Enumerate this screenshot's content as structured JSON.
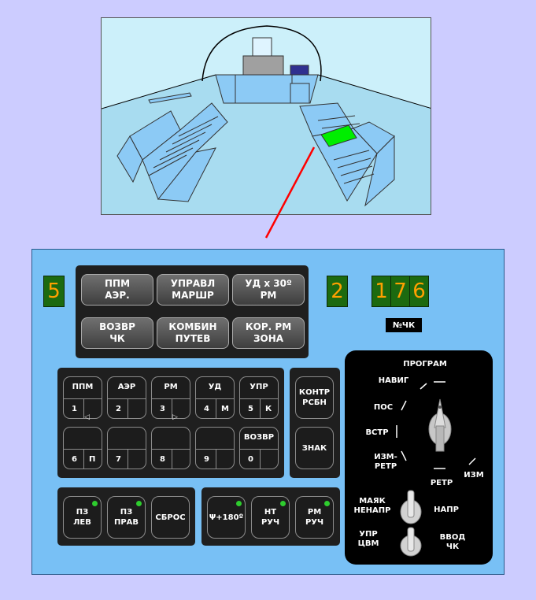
{
  "colors": {
    "background": "#ccccff",
    "panel": "#78c0f5",
    "digit_bg": "#1c6a10",
    "digit_fg": "#ffa000",
    "led": "#2ecc2e",
    "highlight": "#00ee00",
    "pointer": "#ff0000"
  },
  "displays": {
    "left_digit": "5",
    "mid_digit": "2",
    "ck_digits": [
      "1",
      "7",
      "6"
    ],
    "ck_label": "№ЧК"
  },
  "mode_buttons": [
    "ППМ\nАЭР.",
    "УПРАВЛ\nМАРШР",
    "УД х 30º\nРМ",
    "ВОЗВР\nЧК",
    "КОМБИН\nПУТЕВ",
    "КОР. РМ\nЗОНА"
  ],
  "keypad": [
    {
      "top": "ППМ",
      "bl": "1",
      "br": "",
      "tri": "◁"
    },
    {
      "top": "АЭР",
      "bl": "2",
      "br": "",
      "tri": ""
    },
    {
      "top": "РМ",
      "bl": "3",
      "br": "",
      "tri": "▷"
    },
    {
      "top": "УД",
      "bl": "4",
      "br": "М",
      "tri": ""
    },
    {
      "top": "УПР",
      "bl": "5",
      "br": "К",
      "tri": ""
    },
    {
      "top": "",
      "bl": "6",
      "br": "П",
      "tri": ""
    },
    {
      "top": "",
      "bl": "7",
      "br": "",
      "tri": ""
    },
    {
      "top": "",
      "bl": "8",
      "br": "",
      "tri": ""
    },
    {
      "top": "",
      "bl": "9",
      "br": "",
      "tri": ""
    },
    {
      "top": "ВОЗВР",
      "bl": "0",
      "br": "",
      "tri": ""
    }
  ],
  "side_buttons": [
    "КОНТР\nРСБН",
    "ЗНАК"
  ],
  "pz_buttons": [
    "ПЗ\nЛЕВ",
    "ПЗ\nПРАВ",
    "СБРОС"
  ],
  "heading_buttons": [
    "Ψ+180º",
    "НТ\nРУЧ",
    "РМ\nРУЧ"
  ],
  "program_selector": {
    "title": "ПРОГРАМ",
    "positions": [
      "НАВИГ",
      "ПОС",
      "ВСТР",
      "ИЗМ-\nРЕТР",
      "РЕТР",
      "ИЗМ"
    ]
  },
  "toggles": {
    "upper_left": "МАЯК\nНЕНАПР",
    "upper_right": "НАПР",
    "lower_left": "УПР\nЦВМ",
    "lower_right": "ВВОД\nЧК"
  }
}
